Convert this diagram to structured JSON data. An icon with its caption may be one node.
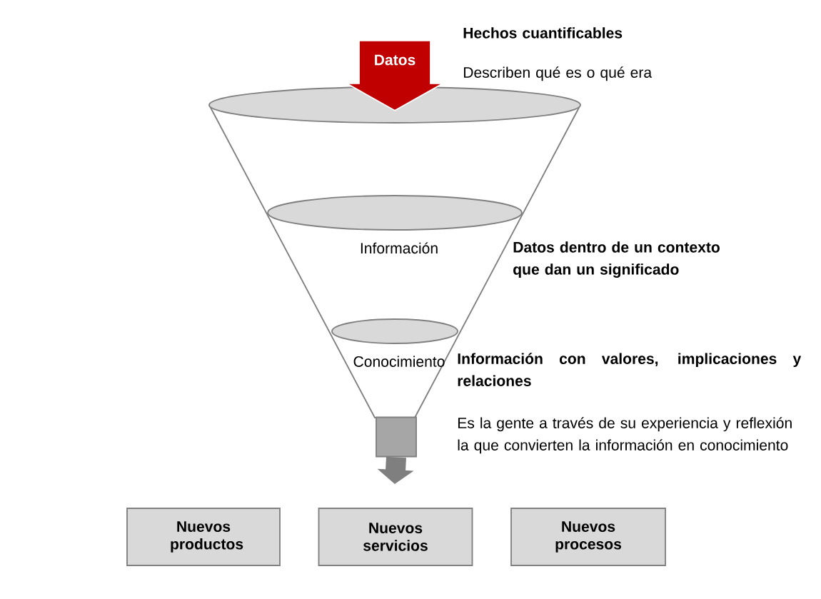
{
  "diagram": {
    "nodes": [
      {
        "text": [],
        "shape": "funnel"
      },
      {
        "text": [
          "Información"
        ],
        "in": 0
      },
      {
        "text": [
          "Conocimiento"
        ],
        "in": 0
      },
      {
        "text": [],
        "shape": "box"
      },
      {
        "text": [
          "Nuevos productos"
        ]
      },
      {
        "text": [
          "Nuevos servicios"
        ]
      },
      {
        "text": [
          "Nuevos procesos"
        ]
      }
    ],
    "edges": [
      {
        "from": null,
        "to": 0,
        "arrow": "to",
        "label": "Datos",
        "style": "thick",
        "color": "#c00000"
      },
      {
        "from": 3,
        "to": null,
        "arrow": "to",
        "color": "#7f7f7f"
      }
    ],
    "labels": [
      "Hechos cuantificables",
      "Describen qué es o qué era",
      "Datos dentro de un contexto que dan un significado",
      "Información con valores, implicaciones y relaciones",
      "Es la gente a través de su experiencia y reflexión la que convierten la información en conocimiento"
    ]
  }
}
